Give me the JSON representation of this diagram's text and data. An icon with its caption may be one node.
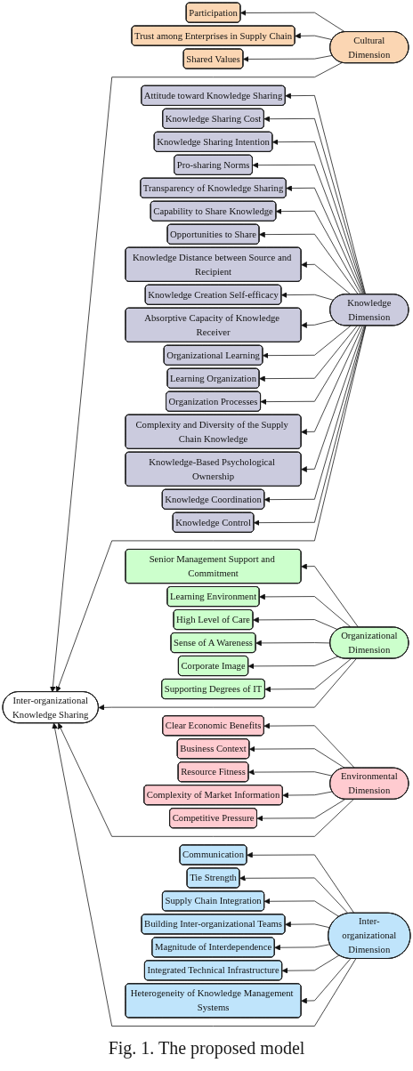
{
  "diagram": {
    "caption": "Fig. 1. The proposed model",
    "nodes": [
      {
        "text": [
          "Participation"
        ]
      },
      {
        "text": [
          "Trust among Enterprises in Supply Chain"
        ]
      },
      {
        "text": [
          "Shared Values"
        ]
      },
      {
        "text": [
          "Attitude toward Knowledge Sharing"
        ]
      },
      {
        "text": [
          "Knowledge Sharing Cost"
        ]
      },
      {
        "text": [
          "Knowledge Sharing Intention"
        ]
      },
      {
        "text": [
          "Pro-sharing Norms"
        ]
      },
      {
        "text": [
          "Transparency of Knowledge Sharing"
        ]
      },
      {
        "text": [
          "Capability to Share Knowledge"
        ]
      },
      {
        "text": [
          "Opportunities to Share"
        ]
      },
      {
        "text": [
          "Knowledge Distance between Source and Recipient"
        ]
      },
      {
        "text": [
          "Knowledge Creation Self-efficacy"
        ]
      },
      {
        "text": [
          "Absorptive Capacity of Knowledge Receiver"
        ]
      },
      {
        "text": [
          "Organizational Learning"
        ]
      },
      {
        "text": [
          "Learning Organization"
        ]
      },
      {
        "text": [
          "Organization Processes"
        ]
      },
      {
        "text": [
          "Complexity and Diversity of the Supply Chain Knowledge"
        ]
      },
      {
        "text": [
          "Knowledge-Based Psychological Ownership"
        ]
      },
      {
        "text": [
          "Knowledge Coordination"
        ]
      },
      {
        "text": [
          "Knowledge Control"
        ]
      },
      {
        "text": [
          "Senior Management Support and Commitment"
        ]
      },
      {
        "text": [
          "Learning Environment"
        ]
      },
      {
        "text": [
          "High Level of Care"
        ]
      },
      {
        "text": [
          "Sense of A Wareness"
        ]
      },
      {
        "text": [
          "Corporate Image"
        ]
      },
      {
        "text": [
          "Supporting Degrees of IT"
        ]
      },
      {
        "text": [
          "Clear Economic Benefits"
        ]
      },
      {
        "text": [
          "Business Context"
        ]
      },
      {
        "text": [
          "Resource Fitness"
        ]
      },
      {
        "text": [
          "Complexity of Market Information"
        ]
      },
      {
        "text": [
          "Competitive Pressure"
        ]
      },
      {
        "text": [
          "Communication"
        ]
      },
      {
        "text": [
          "Tie Strength"
        ]
      },
      {
        "text": [
          "Supply Chain Integration"
        ]
      },
      {
        "text": [
          "Building Inter-organizational Teams"
        ]
      },
      {
        "text": [
          "Magnitude of Interdependence"
        ]
      },
      {
        "text": [
          "Integrated Technical Infrastructure"
        ]
      },
      {
        "text": [
          "Heterogeneity of Knowledge Management Systems"
        ]
      },
      {
        "text": [
          "Cultural Dimension"
        ]
      },
      {
        "text": [
          "Organizational Dimension"
        ]
      },
      {
        "text": [
          "Knowledge Dimension"
        ]
      },
      {
        "text": [
          "Environmental Dimension"
        ]
      },
      {
        "text": [
          "Inter-organizational Dimension"
        ]
      },
      {
        "text": [
          "Inter-organizational Knowledge Sharing"
        ]
      }
    ],
    "edges": [
      {
        "from": 38,
        "to": 0,
        "arrow": "to"
      },
      {
        "from": 38,
        "to": 1,
        "arrow": "to"
      },
      {
        "from": 38,
        "to": 2,
        "arrow": "to"
      },
      {
        "from": 39,
        "to": 20,
        "arrow": "to"
      },
      {
        "from": 39,
        "to": 21,
        "arrow": "to"
      },
      {
        "from": 39,
        "to": 22,
        "arrow": "to"
      },
      {
        "from": 39,
        "to": 23,
        "arrow": "to"
      },
      {
        "from": 39,
        "to": 24,
        "arrow": "to"
      },
      {
        "from": 39,
        "to": 25,
        "arrow": "to"
      },
      {
        "from": 40,
        "to": 3,
        "arrow": "to"
      },
      {
        "from": 40,
        "to": 4,
        "arrow": "to"
      },
      {
        "from": 40,
        "to": 5,
        "arrow": "to"
      },
      {
        "from": 40,
        "to": 6,
        "arrow": "to"
      },
      {
        "from": 40,
        "to": 7,
        "arrow": "to"
      },
      {
        "from": 40,
        "to": 8,
        "arrow": "to"
      },
      {
        "from": 40,
        "to": 9,
        "arrow": "to"
      },
      {
        "from": 40,
        "to": 10,
        "arrow": "to"
      },
      {
        "from": 40,
        "to": 11,
        "arrow": "to"
      },
      {
        "from": 40,
        "to": 12,
        "arrow": "to"
      },
      {
        "from": 40,
        "to": 13,
        "arrow": "to"
      },
      {
        "from": 40,
        "to": 14,
        "arrow": "to"
      },
      {
        "from": 40,
        "to": 15,
        "arrow": "to"
      },
      {
        "from": 40,
        "to": 16,
        "arrow": "to"
      },
      {
        "from": 40,
        "to": 17,
        "arrow": "to"
      },
      {
        "from": 40,
        "to": 18,
        "arrow": "to"
      },
      {
        "from": 40,
        "to": 19,
        "arrow": "to"
      },
      {
        "from": 41,
        "to": 26,
        "arrow": "to"
      },
      {
        "from": 41,
        "to": 27,
        "arrow": "to"
      },
      {
        "from": 41,
        "to": 28,
        "arrow": "to"
      },
      {
        "from": 41,
        "to": 29,
        "arrow": "to"
      },
      {
        "from": 41,
        "to": 30,
        "arrow": "to"
      },
      {
        "from": 42,
        "to": 31,
        "arrow": "to"
      },
      {
        "from": 42,
        "to": 32,
        "arrow": "to"
      },
      {
        "from": 42,
        "to": 33,
        "arrow": "to"
      },
      {
        "from": 42,
        "to": 34,
        "arrow": "to"
      },
      {
        "from": 42,
        "to": 35,
        "arrow": "to"
      },
      {
        "from": 42,
        "to": 36,
        "arrow": "to"
      },
      {
        "from": 42,
        "to": 37,
        "arrow": "to"
      },
      {
        "from": 38,
        "to": 43,
        "arrow": "to"
      },
      {
        "from": 39,
        "to": 43,
        "arrow": "to"
      },
      {
        "from": 40,
        "to": 43,
        "arrow": "to"
      },
      {
        "from": 41,
        "to": 43,
        "arrow": "to"
      },
      {
        "from": 42,
        "to": 43,
        "arrow": "to"
      }
    ]
  }
}
